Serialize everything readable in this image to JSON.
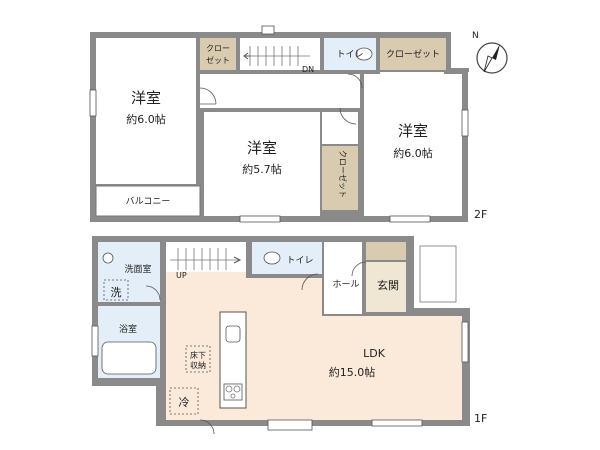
{
  "floor2": {
    "level": "2F",
    "bedroom_west": {
      "name": "洋室",
      "size": "約6.0帖"
    },
    "bedroom_center": {
      "name": "洋室",
      "size": "約5.7帖"
    },
    "bedroom_east": {
      "name": "洋室",
      "size": "約6.0帖"
    },
    "closet_label": "クロー ゼット",
    "closet_west_line1": "クロー",
    "closet_west_line2": "ゼット",
    "closet_east": "クローゼット",
    "closet_center_vertical": "クローゼット",
    "toilet": "トイレ",
    "stairs_dir": "DN",
    "balcony": "バルコニー"
  },
  "floor1": {
    "level": "1F",
    "ldk": {
      "name": "LDK",
      "size": "約15.0帖"
    },
    "washroom": "洗面室",
    "washer": "洗",
    "bathroom": "浴室",
    "toilet": "トイレ",
    "hall": "ホール",
    "entrance": "玄関",
    "stairs_dir": "UP",
    "underfloor_line1": "床下",
    "underfloor_line2": "収納",
    "fridge": "冷"
  },
  "compass": {
    "north": "N"
  },
  "colors": {
    "wall": "#8a8a8a",
    "ldk_floor": "#fbe9d9",
    "wet_floor": "#e4eef8",
    "closet": "#d8cbb0"
  }
}
